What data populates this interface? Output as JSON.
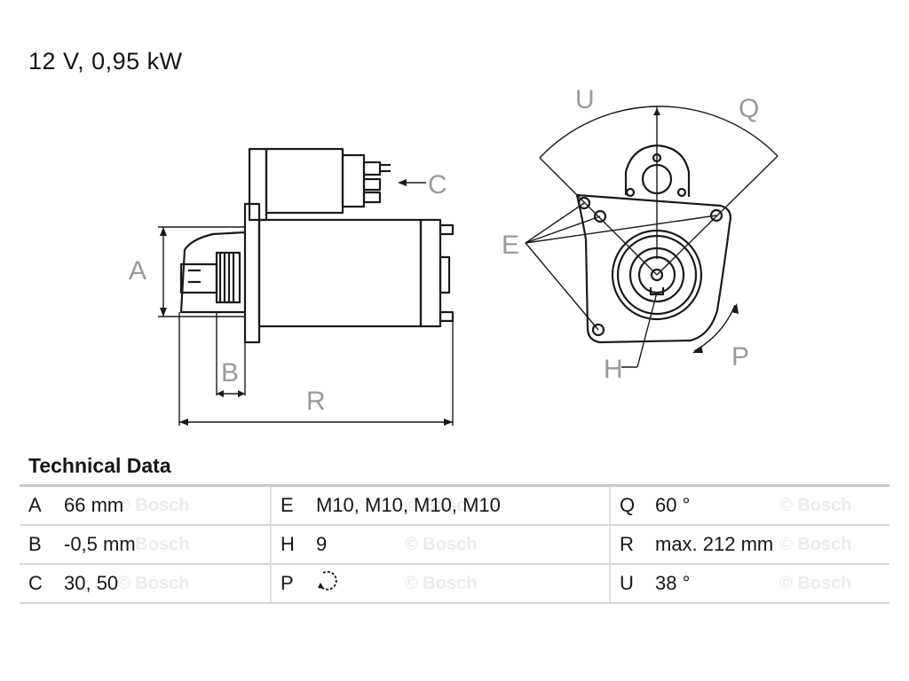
{
  "headline": "12 V, 0,95 kW",
  "diagram_labels": {
    "A": "A",
    "B": "B",
    "C": "C",
    "R": "R",
    "U": "U",
    "Q": "Q",
    "E": "E",
    "H": "H",
    "P": "P"
  },
  "table_heading": "Technical Data",
  "rows": [
    [
      {
        "key": "A",
        "value": "66 mm"
      },
      {
        "key": "E",
        "value": "M10, M10, M10, M10"
      },
      {
        "key": "Q",
        "value": "60 °"
      }
    ],
    [
      {
        "key": "B",
        "value": "-0,5 mm"
      },
      {
        "key": "H",
        "value": "9"
      },
      {
        "key": "R",
        "value": "max. 212 mm"
      }
    ],
    [
      {
        "key": "C",
        "value": "30, 50"
      },
      {
        "key": "P",
        "value": "",
        "icon": "rotation-direction-icon"
      },
      {
        "key": "U",
        "value": "38 °"
      }
    ]
  ],
  "watermark": "© Bosch"
}
